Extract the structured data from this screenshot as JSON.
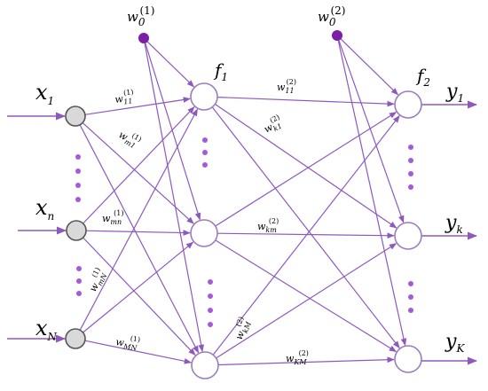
{
  "colors": {
    "edge": "#8e59bf",
    "dot": "#a45ad9",
    "bias": "#7a1fa6",
    "input_node": "#d9d9d9",
    "hidden_node": "#ffffff"
  },
  "labels": {
    "w0_1": {
      "base": "w",
      "sub": "0",
      "sup": "(1)"
    },
    "w0_2": {
      "base": "w",
      "sub": "0",
      "sup": "(2)"
    },
    "f1": {
      "base": "f",
      "sub": "1"
    },
    "f2": {
      "base": "f",
      "sub": "2"
    },
    "x1": {
      "base": "x",
      "sub": "1"
    },
    "xn": {
      "base": "x",
      "sub": "n"
    },
    "xN": {
      "base": "x",
      "sub": "N"
    },
    "y1": {
      "base": "y",
      "sub": "1"
    },
    "yk": {
      "base": "y",
      "sub": "k"
    },
    "yK": {
      "base": "y",
      "sub": "K"
    },
    "w11_1": {
      "base": "w",
      "sub": "11",
      "sup": "(1)"
    },
    "wm1_1": {
      "base": "w",
      "sub": "m1",
      "sup": "(1)"
    },
    "wmn_1": {
      "base": "w",
      "sub": "mn",
      "sup": "(1)"
    },
    "wmN_1": {
      "base": "w",
      "sub": "mN",
      "sup": "(1)"
    },
    "wMN_1": {
      "base": "w",
      "sub": "MN",
      "sup": "(1)"
    },
    "w11_2": {
      "base": "w",
      "sub": "11",
      "sup": "(2)"
    },
    "wk1_2": {
      "base": "w",
      "sub": "k1",
      "sup": "(2)"
    },
    "wkm_2": {
      "base": "w",
      "sub": "km",
      "sup": "(2)"
    },
    "wkM_2": {
      "base": "w",
      "sub": "kM",
      "sup": "(2)"
    },
    "wKM_2": {
      "base": "w",
      "sub": "KM",
      "sup": "(2)"
    }
  }
}
